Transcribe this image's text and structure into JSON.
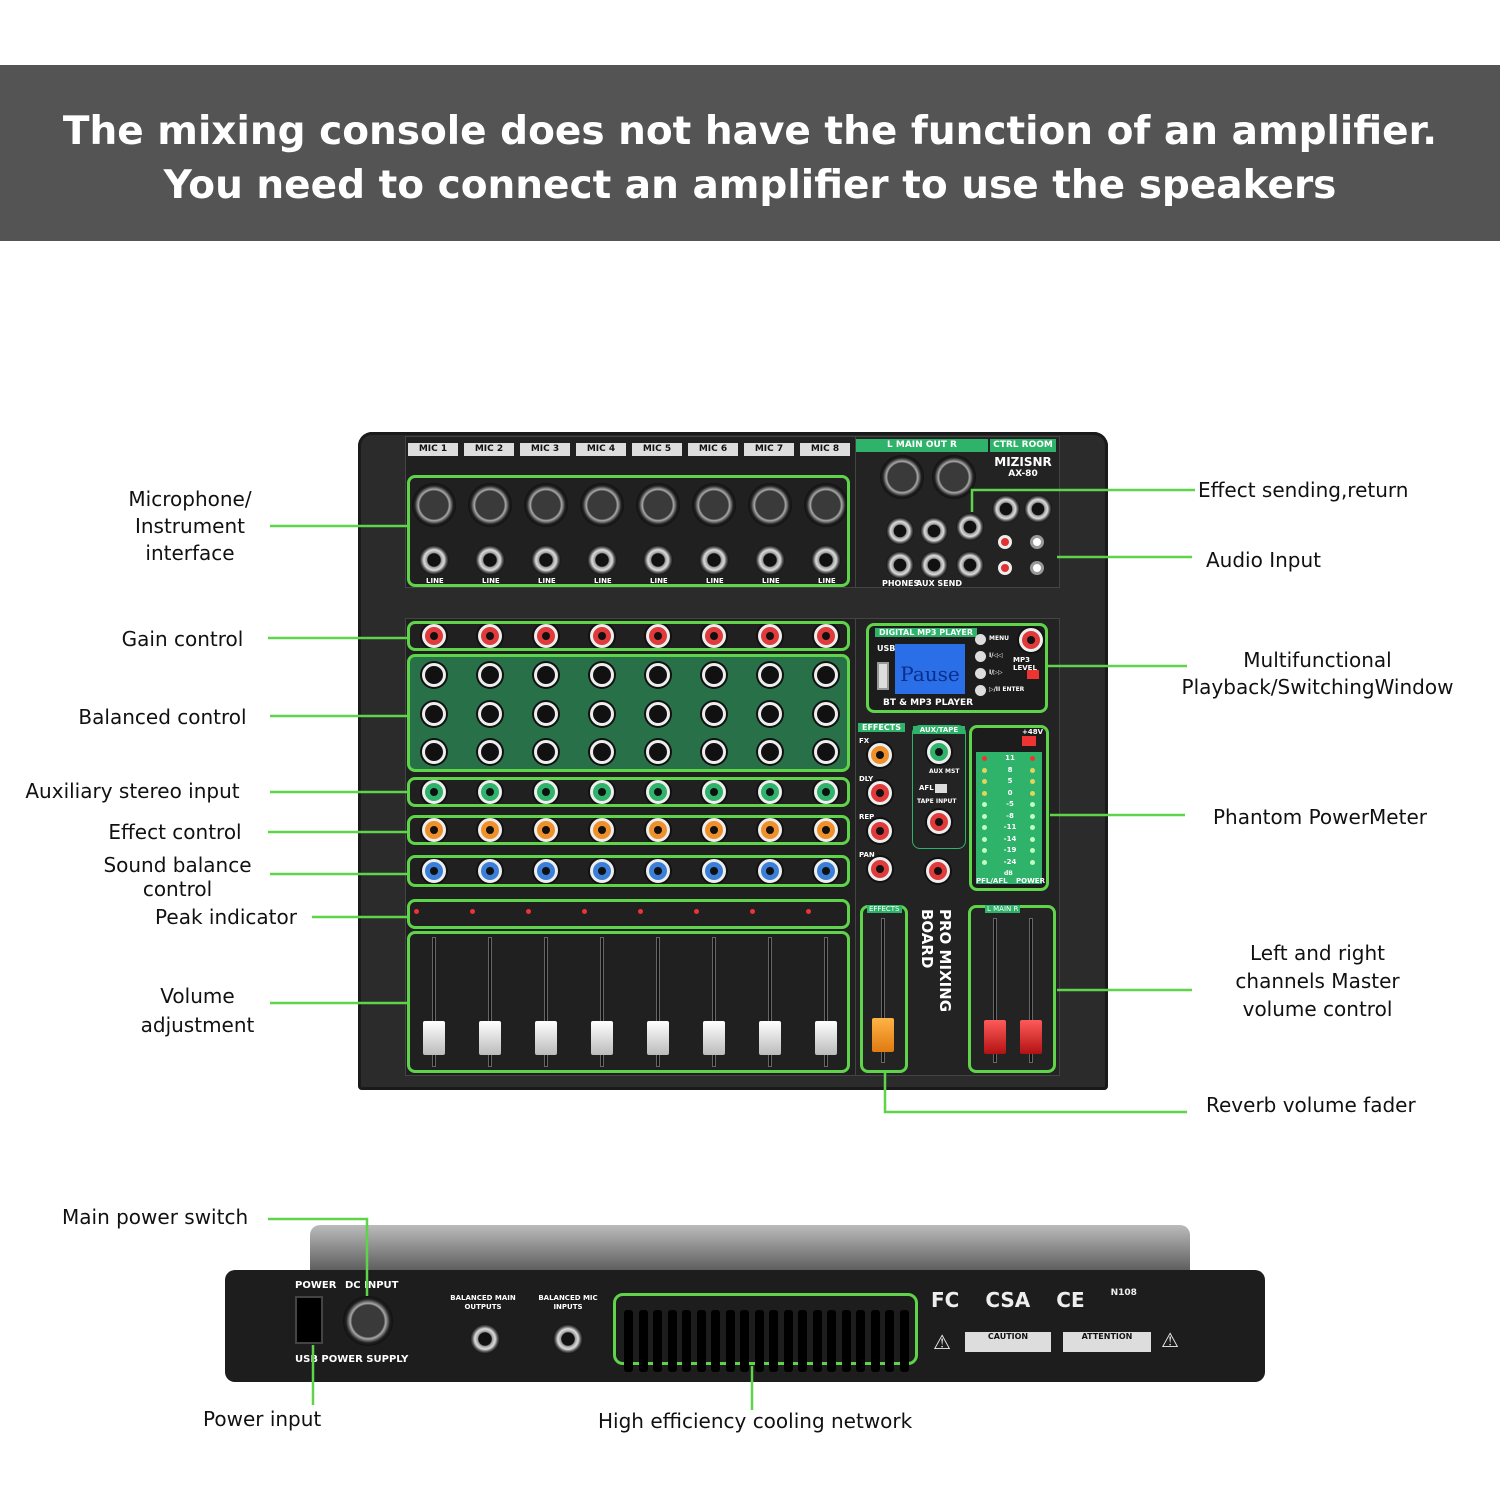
{
  "banner": {
    "line1": "The mixing console does not have the function of an amplifier.",
    "line2": "You need to connect an amplifier to use the speakers"
  },
  "labels": {
    "mic_interface": "Microphone/\nInstrument\ninterface",
    "gain": "Gain control",
    "balanced": "Balanced control",
    "aux_stereo": "Auxiliary stereo input",
    "effect": "Effect control",
    "sound_balance": "Sound balance\ncontrol",
    "peak": "Peak indicator",
    "volume": "Volume\nadjustment",
    "effect_send": "Effect sending,return",
    "audio_input": "Audio Input",
    "multifunctional": "Multifunctional\nPlayback/SwitchingWindow",
    "phantom": "Phantom PowerMeter",
    "master": "Left and right\nchannels Master\nvolume control",
    "reverb": "Reverb volume fader",
    "main_power": "Main power switch",
    "power_input": "Power input",
    "cooling": "High efficiency cooling network"
  },
  "mixer": {
    "channels": [
      "MIC 1",
      "MIC 2",
      "MIC 3",
      "MIC 4",
      "MIC 5",
      "MIC 6",
      "MIC 7",
      "MIC 8"
    ],
    "line_label": "LINE",
    "main_out": "L  MAIN OUT R",
    "ctrl_room": "CTRL ROOM",
    "brand": "MIZISNR",
    "model": "AX-80",
    "phones": "PHONES",
    "aux_send": "AUX SEND",
    "mp3_title": "DIGITAL MP3 PLAYER",
    "lcd_text": "Pause",
    "usb": "USB",
    "mp3_footer": "BT & MP3 PLAYER",
    "mp3_buttons": [
      "MENU",
      "I/◁◁",
      "I/▷▷",
      "▷/II ENTER"
    ],
    "mp3_level": "MP3 LEVEL",
    "effects": "EFFECTS",
    "effects_knobs": [
      "FX",
      "DLY",
      "REP",
      "PAN"
    ],
    "aux_tape": "AUX/TAPE",
    "aux_mst": "AUX MST",
    "afl": "AFL",
    "tape_input": "TAPE INPUT",
    "phantom_label": "+48V",
    "meter_scale": [
      "11",
      "8",
      "5",
      "0",
      "-5",
      "-8",
      "-11",
      "-14",
      "-19",
      "-24"
    ],
    "meter_unit": "dB",
    "pfl_afl": "PFL/AFL",
    "power": "POWER",
    "vertical_title": "PRO MIXING BOARD",
    "main_fader_label": "L MAIN R",
    "effects_fader_label": "EFFECTS",
    "knob_colors": {
      "gain": "#e03a3a",
      "eq": "#111111",
      "aux": "#2fb36a",
      "fx": "#f0902a",
      "pan": "#3a7fd8"
    },
    "accent": "#5fd34a"
  },
  "back": {
    "power": "POWER",
    "dc_input": "DC INPUT",
    "usb_power": "USB POWER SUPPLY",
    "balanced_out": "BALANCED MAIN OUTPUTS",
    "balanced_in": "BALANCED MIC INPUTS",
    "caution": "CAUTION",
    "attention": "ATTENTION",
    "certs": [
      "FC",
      "CSA",
      "CE",
      "N108"
    ]
  }
}
